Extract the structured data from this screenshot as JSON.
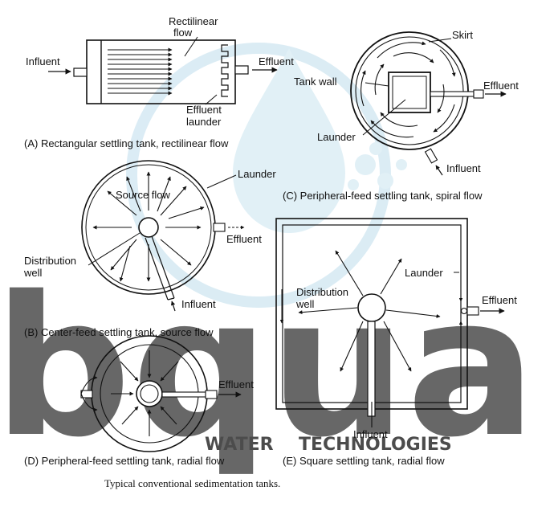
{
  "watermark": {
    "big": "bqua",
    "left": "WATER",
    "right": "TECHNOLOGIES",
    "color": "#c9e3ef"
  },
  "panelA": {
    "rectilinear_flow": [
      "Rectilinear",
      "flow"
    ],
    "influent": "Influent",
    "effluent": "Effluent",
    "effluent_launder": [
      "Effluent",
      "launder"
    ],
    "caption": "(A) Rectangular settling tank, rectilinear flow"
  },
  "panelB": {
    "source_flow": "Source flow",
    "launder": "Launder",
    "effluent": "Effluent",
    "distribution_well": [
      "Distribution",
      "well"
    ],
    "influent": "Influent",
    "caption": "(B) Center-feed settling tank, source flow"
  },
  "panelC": {
    "skirt": "Skirt",
    "tank_wall": "Tank wall",
    "effluent": "Effluent",
    "launder": "Launder",
    "influent": "Influent",
    "caption": "(C) Peripheral-feed settling tank, spiral flow"
  },
  "panelD": {
    "effluent": "Effluent",
    "caption": "(D) Peripheral-feed settling tank, radial flow"
  },
  "panelE": {
    "distribution_well": [
      "Distribution",
      "well"
    ],
    "launder": "Launder",
    "effluent": "Effluent",
    "influent": "Influent",
    "caption": "(E) Square settling tank, radial flow"
  },
  "figure_caption": "Typical conventional sedimentation tanks."
}
